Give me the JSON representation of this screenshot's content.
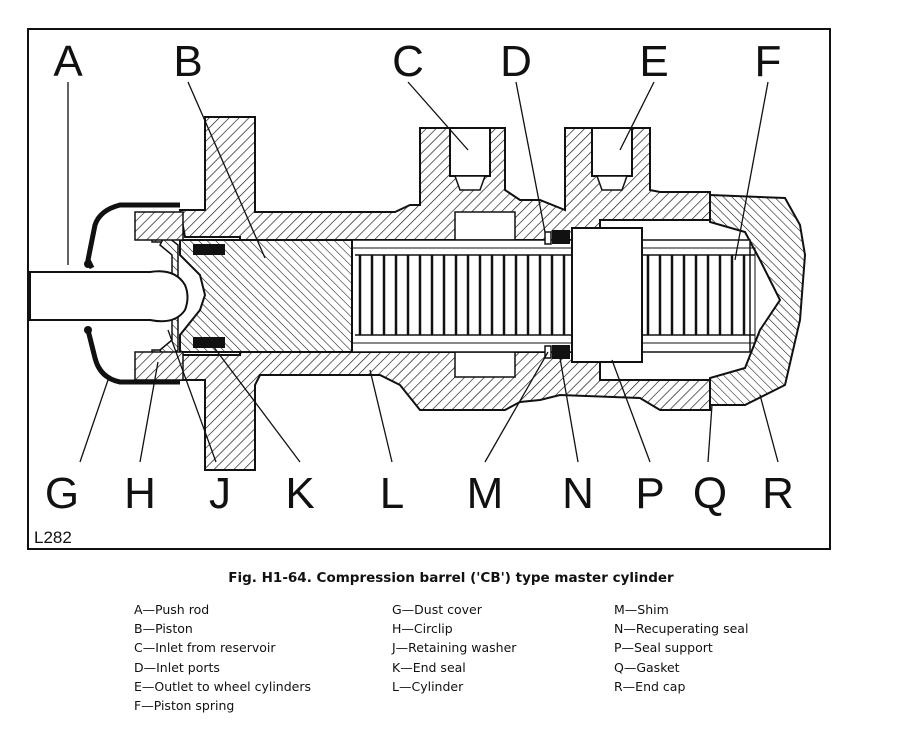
{
  "figure_id": "L282",
  "caption": "Fig. H1-64.   Compression barrel ('CB') type master cylinder",
  "callouts": [
    "A",
    "B",
    "C",
    "D",
    "E",
    "F",
    "G",
    "H",
    "J",
    "K",
    "L",
    "M",
    "N",
    "P",
    "Q",
    "R"
  ],
  "legend_columns": [
    [
      "A—Push rod",
      "B—Piston",
      "C—Inlet from reservoir",
      "D—Inlet ports",
      "E—Outlet to wheel cylinders",
      "F—Piston spring"
    ],
    [
      "G—Dust cover",
      "H—Circlip",
      "J—Retaining washer",
      "K—End seal",
      "L—Cylinder"
    ],
    [
      "M—Shim",
      "N—Recuperating seal",
      "P—Seal support",
      "Q—Gasket",
      "R—End cap"
    ]
  ]
}
